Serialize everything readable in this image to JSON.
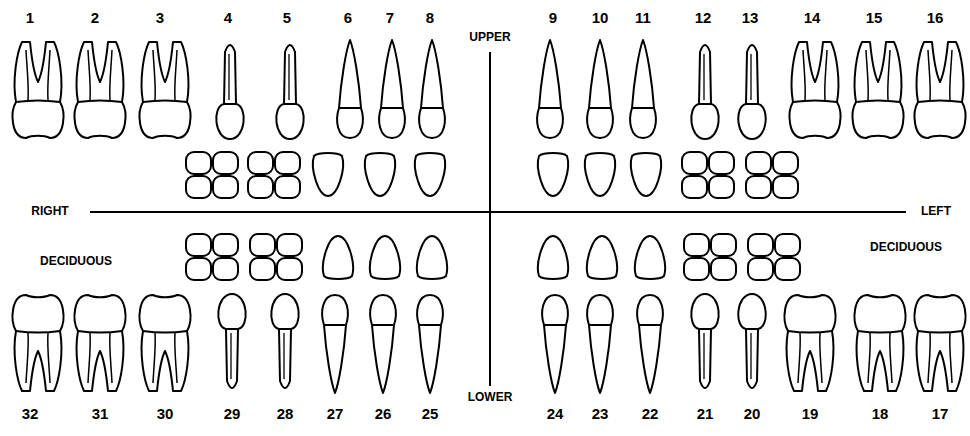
{
  "diagram": {
    "labels": [
      "1",
      "2",
      "3",
      "4",
      "5",
      "6",
      "7",
      "8",
      "UPPER",
      "9",
      "10",
      "11",
      "12",
      "13",
      "14",
      "15",
      "16",
      "RIGHT",
      "LEFT",
      "DECIDUOUS",
      "DECIDUOUS",
      "32",
      "31",
      "30",
      "29",
      "28",
      "27",
      "26",
      "25",
      "LOWER",
      "24",
      "23",
      "22",
      "21",
      "20",
      "19",
      "18",
      "17"
    ]
  }
}
